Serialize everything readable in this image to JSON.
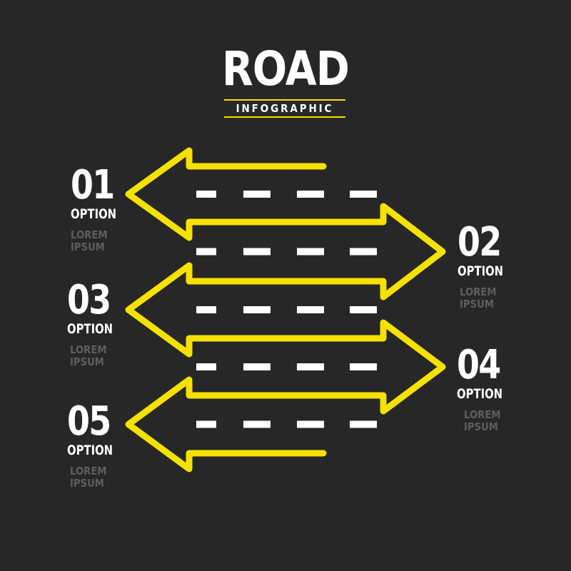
{
  "header": {
    "title": "ROAD",
    "subtitle": "INFOGRAPHIC"
  },
  "colors": {
    "background": "#272727",
    "arrow": "#f5e100",
    "lane_dash": "#ffffff",
    "title_text": "#ffffff",
    "option_text": "#ffffff",
    "description_text": "#5e5e5e"
  },
  "options": [
    {
      "number": "01",
      "label": "OPTION",
      "desc_line1": "LOREM",
      "desc_line2": "IPSUM",
      "direction": "left"
    },
    {
      "number": "02",
      "label": "OPTION",
      "desc_line1": "LOREM",
      "desc_line2": "IPSUM",
      "direction": "right"
    },
    {
      "number": "03",
      "label": "OPTION",
      "desc_line1": "LOREM",
      "desc_line2": "IPSUM",
      "direction": "left"
    },
    {
      "number": "04",
      "label": "OPTION",
      "desc_line1": "LOREM",
      "desc_line2": "IPSUM",
      "direction": "right"
    },
    {
      "number": "05",
      "label": "OPTION",
      "desc_line1": "LOREM",
      "desc_line2": "IPSUM",
      "direction": "left"
    }
  ]
}
